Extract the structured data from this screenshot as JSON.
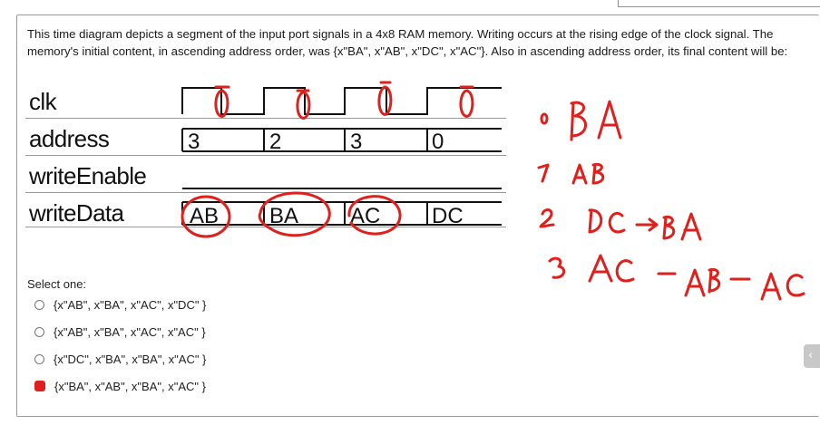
{
  "question": {
    "text": "This time diagram depicts a segment of the input port signals in a 4x8 RAM memory. Writing occurs at the rising edge of the clock signal. The memory's initial content, in ascending address order, was {x\"BA\", x\"AB\", x\"DC\", x\"AC\"}. Also in ascending address order, its final content will be:"
  },
  "diagram": {
    "signals": [
      "clk",
      "address",
      "writeEnable",
      "writeData"
    ],
    "address_values": [
      "3",
      "2",
      "3",
      "0"
    ],
    "writedata_values": [
      "AB",
      "BA",
      "AC",
      "DC"
    ]
  },
  "handwriting": {
    "clock_marks": [
      "0",
      "0",
      "0",
      "0"
    ],
    "notes": [
      "0 BA",
      "1 AB",
      "2 DC → BA",
      "3 AC – AB – AC"
    ]
  },
  "select_label": "Select one:",
  "options": [
    {
      "label": "{x\"AB\", x\"BA\", x\"AC\", x\"DC\" }",
      "selected": false
    },
    {
      "label": "{x\"AB\", x\"BA\", x\"AC\", x\"AC\" }",
      "selected": false
    },
    {
      "label": "{x\"DC\", x\"BA\", x\"BA\", x\"AC\" }",
      "selected": false
    },
    {
      "label": "{x\"BA\", x\"AB\", x\"BA\", x\"AC\" }",
      "selected": true
    }
  ],
  "colors": {
    "ink": "#e0201c",
    "border": "#9a9a9a"
  },
  "icons": {
    "scroll": "chevron-left-icon"
  }
}
